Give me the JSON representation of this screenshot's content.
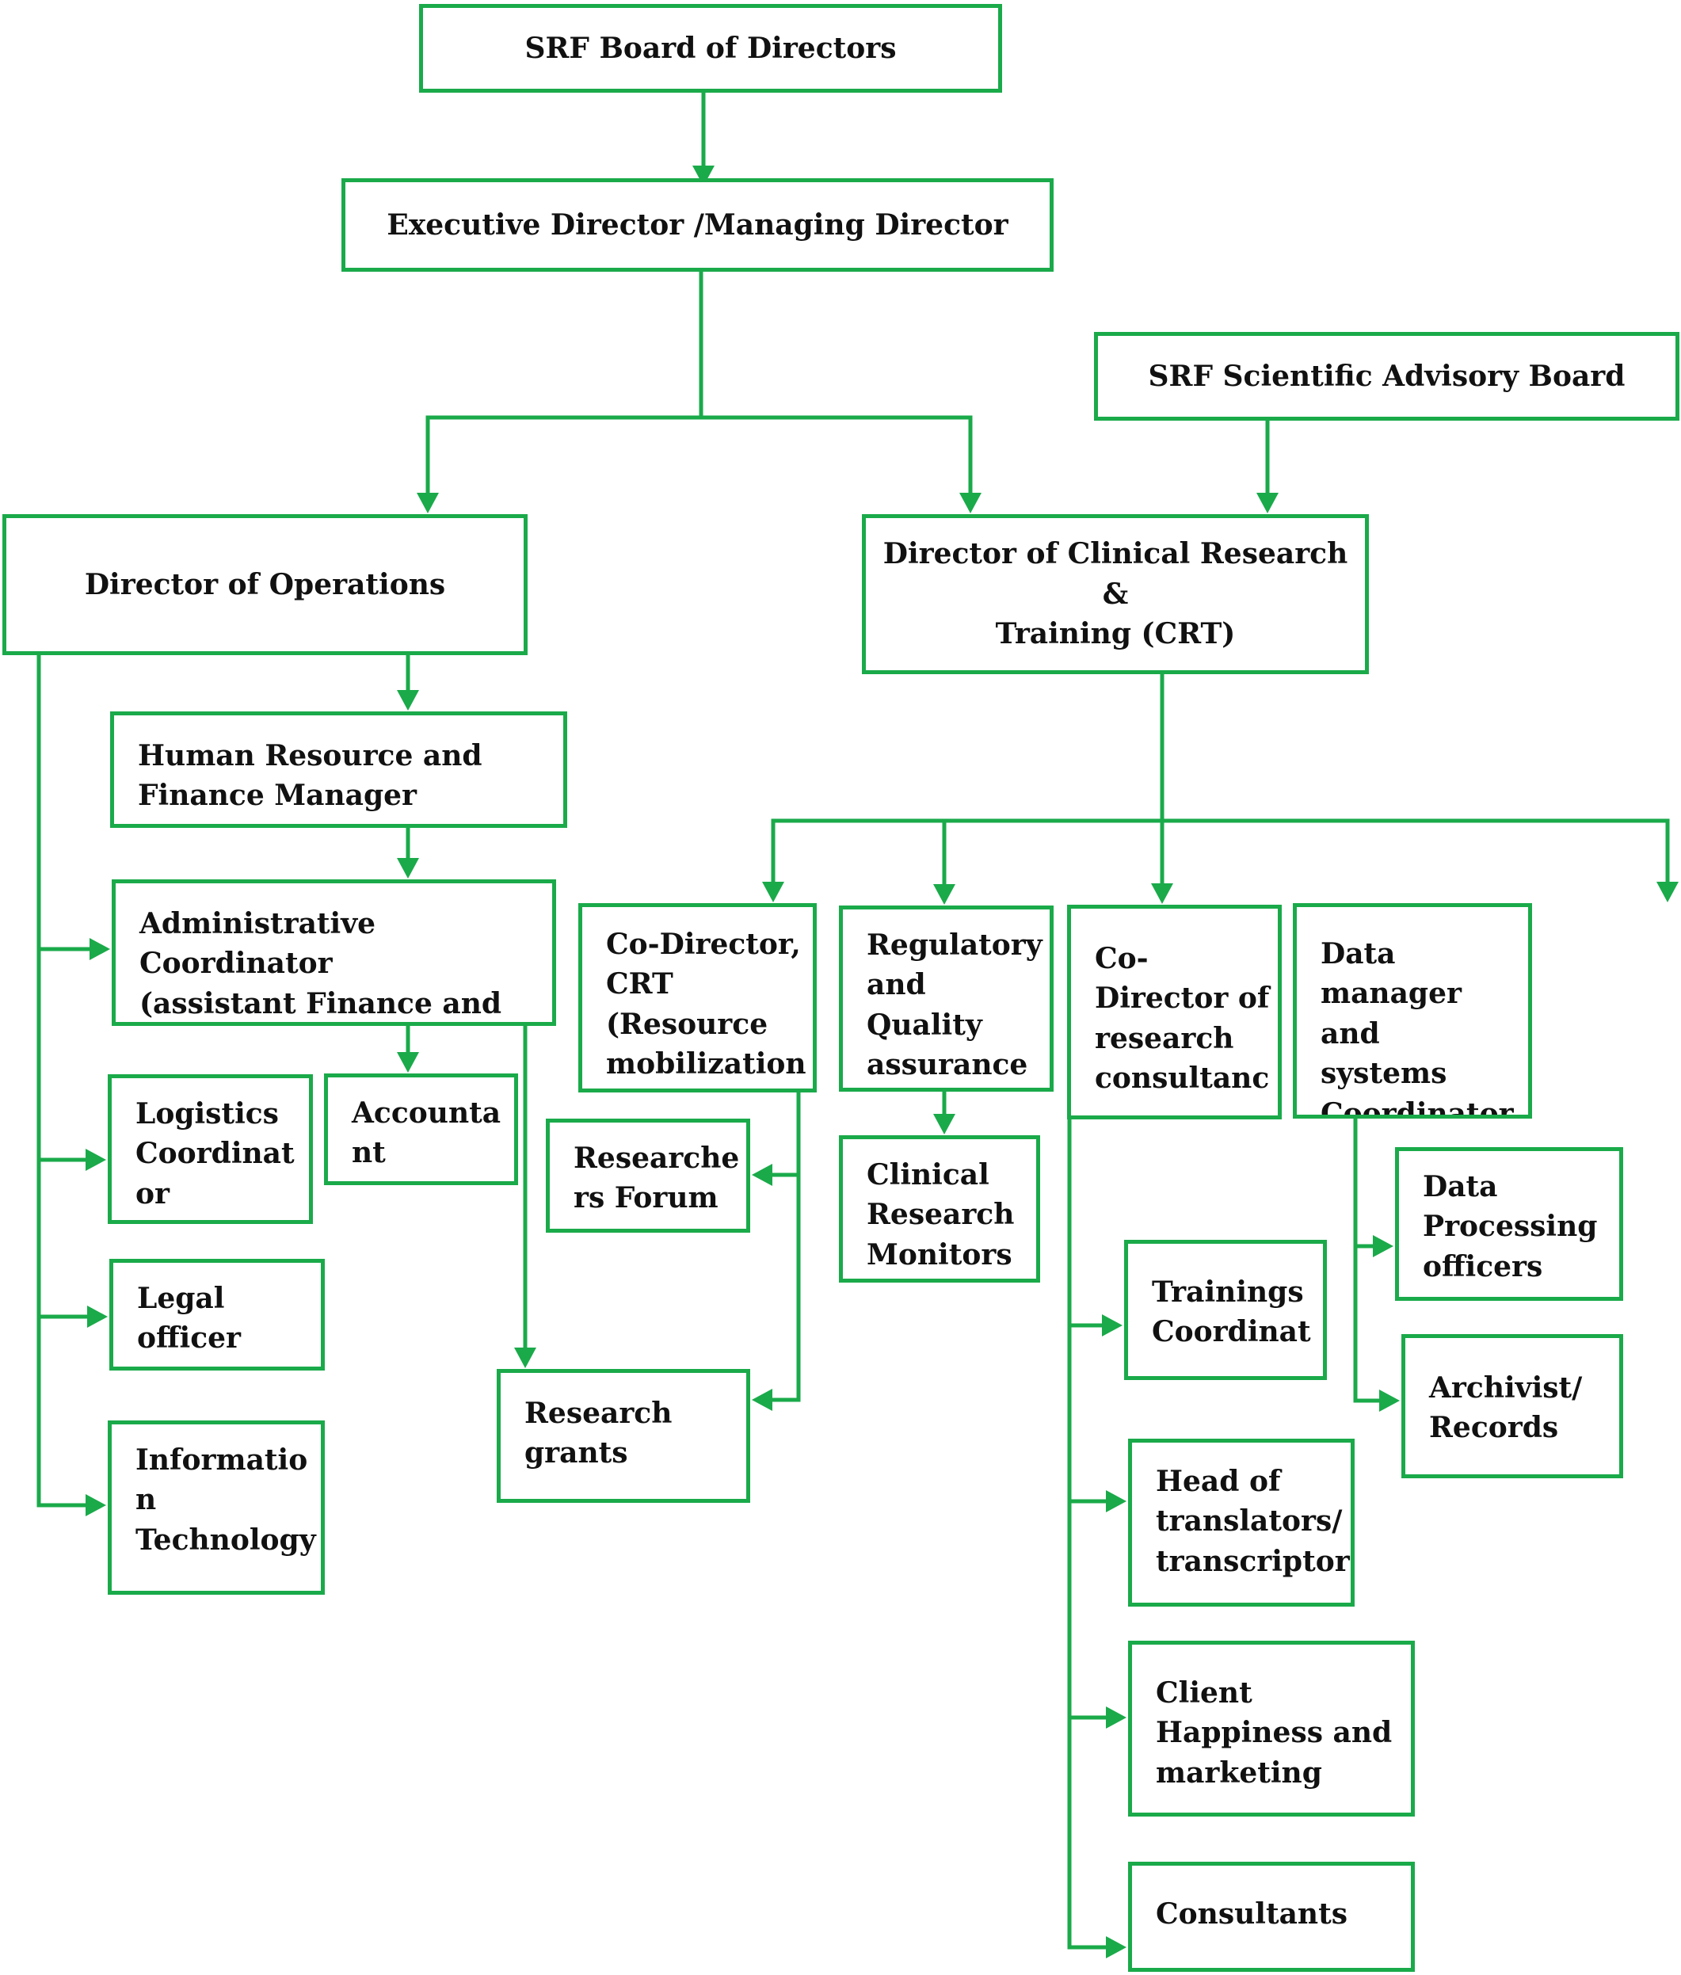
{
  "diagram": {
    "colors": {
      "connector": "#1aaa4a",
      "box_border": "#1aaa4a",
      "text": "#111111"
    },
    "nodes": {
      "board": "SRF Board of Directors",
      "executive_director": "Executive Director /Managing Director",
      "scientific_advisory_board": "SRF Scientific Advisory Board",
      "director_operations": "Director of Operations",
      "director_crt": "Director of Clinical Research &\nTraining (CRT)",
      "hr_finance_manager": "Human Resource and\nFinance Manager",
      "admin_coordinator": "Administrative Coordinator\n(assistant Finance and",
      "logistics_coordinator": "Logistics\nCoordinat\nor",
      "accountant": "Accounta\nnt",
      "legal_officer": "Legal\nofficer",
      "information_technology": "Informatio\nn\nTechnology",
      "co_director_crt": "Co-Director,\nCRT\n(Resource\nmobilization",
      "researchers_forum": "Researche\nrs Forum",
      "research_grants": "Research\ngrants",
      "regulatory_quality": "Regulatory\nand\nQuality\nassurance",
      "clinical_research_monitors": "Clinical\nResearch\nMonitors",
      "co_director_research_consultancy": "Co-\nDirector of\nresearch\nconsultanc",
      "trainings_coordinator": "Trainings\nCoordinat",
      "head_translators": "Head of\ntranslators/\ntranscriptor",
      "client_happiness": "Client\nHappiness and\nmarketing",
      "consultants": "Consultants",
      "data_manager": "Data\nmanager and\nsystems\nCoordinator",
      "data_processing_officers": "Data\nProcessing\nofficers",
      "archivist_records": "Archivist/\nRecords"
    }
  }
}
